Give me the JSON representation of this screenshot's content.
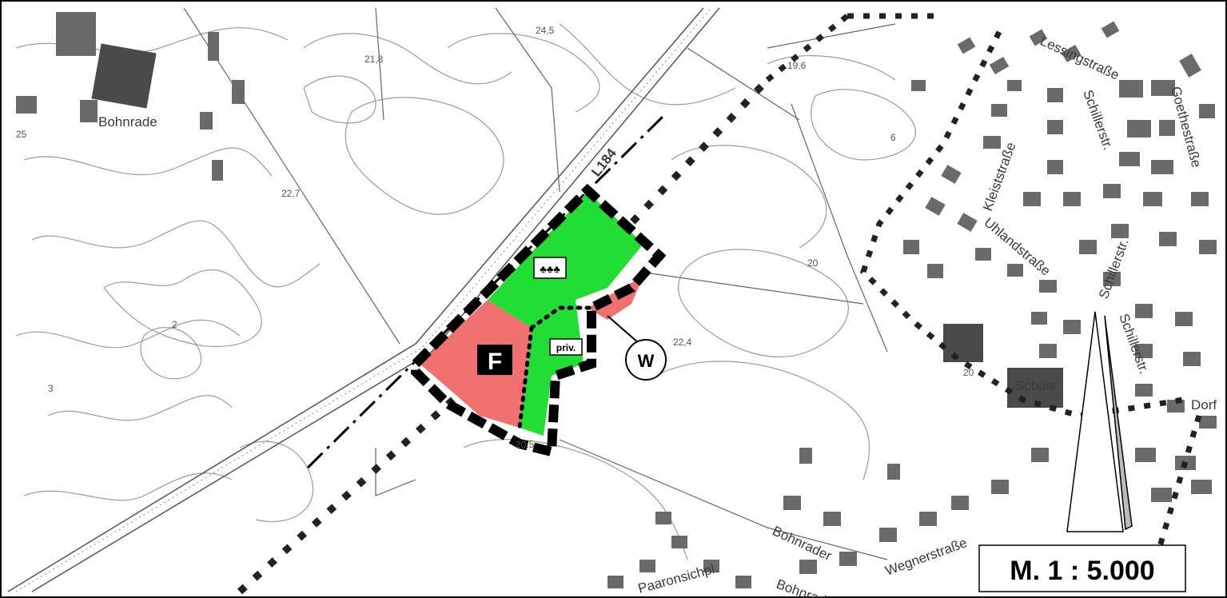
{
  "streets": {
    "lessing": "Lessingstraße",
    "goethe": "Goethestraße",
    "schiller_a": "Schillerstr.",
    "schiller_b": "Schillerstr.",
    "schiller_c": "Schillerstr.",
    "kleist": "Kleiststraße",
    "uhland": "Uhlandstraße",
    "dorf": "Dorf",
    "bohnrader": "Bohnrader",
    "bohnrade_place": "Bohnrade",
    "schule": "Schule",
    "l184": "L184",
    "bottom_a": "Wegnerstraße",
    "bottom_b": "Bohnrader Weg",
    "bottom_c": "Paaronsichpl."
  },
  "elevations": {
    "e1": "24,5",
    "e2": "21,8",
    "e3": "19,6",
    "e4": "22,7",
    "e5": "22,4",
    "e6": "20",
    "e7": "20,5",
    "e8": "25",
    "e9": "6",
    "e10": "3",
    "e11": "2",
    "e12": "20"
  },
  "plan": {
    "label_f": "F",
    "label_w": "W",
    "label_priv": "priv.",
    "tree_symbol": "♣♣♣"
  },
  "scale": {
    "label": "M.  1 : 5.000"
  },
  "colors": {
    "green_area": "#22dd33",
    "red_area": "#f07070",
    "boundary": "#000000",
    "house": "#6a6a6a"
  }
}
